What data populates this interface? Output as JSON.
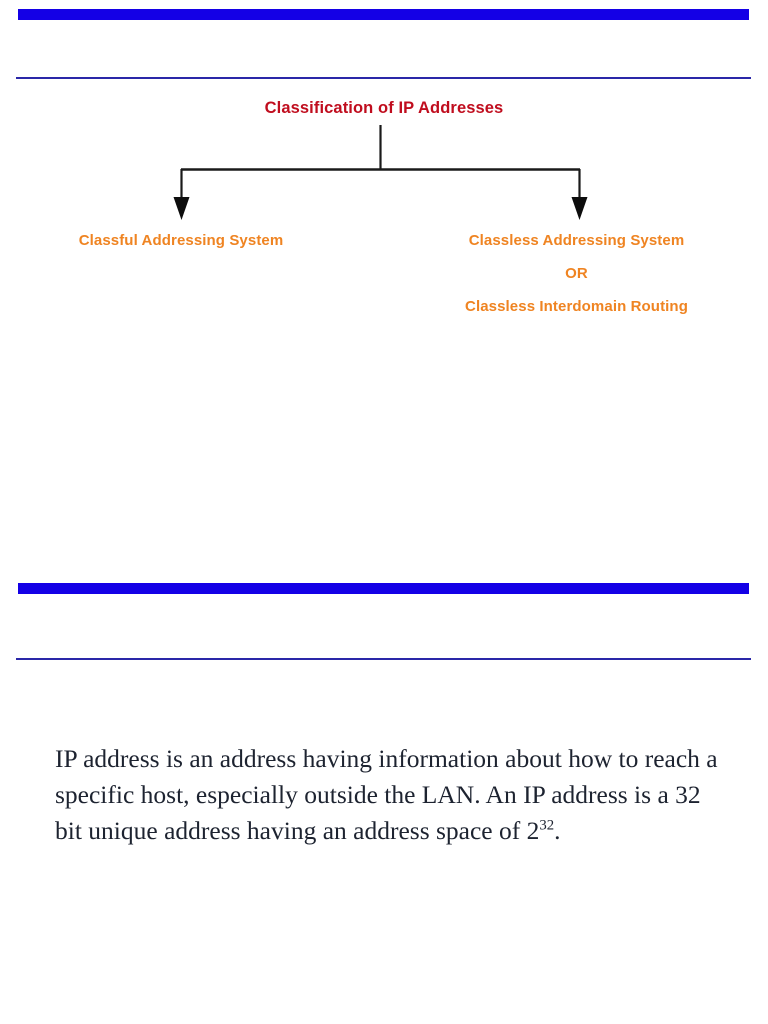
{
  "page": {
    "background_color": "#ffffff",
    "accent_rule_thick_color": "#1400e6",
    "accent_rule_thin_color": "#2a27a8"
  },
  "slide_one": {
    "title": "Classification of IP Addresses",
    "title_color": "#c00d1e",
    "branch_color": "#ef8422",
    "connector_color": "#1a1a1a",
    "branches": [
      {
        "side": "left",
        "lines": [
          "Classful Addressing System"
        ]
      },
      {
        "side": "right",
        "lines": [
          "Classless Addressing System",
          "OR",
          "Classless Interdomain Routing"
        ]
      }
    ]
  },
  "slide_two": {
    "paragraph_part_1": "IP address is an address having information about how to reach a specific host, especially outside the LAN. An IP address is a 32 bit unique address having an address space of 2",
    "paragraph_exponent": "32",
    "paragraph_part_2": "."
  }
}
